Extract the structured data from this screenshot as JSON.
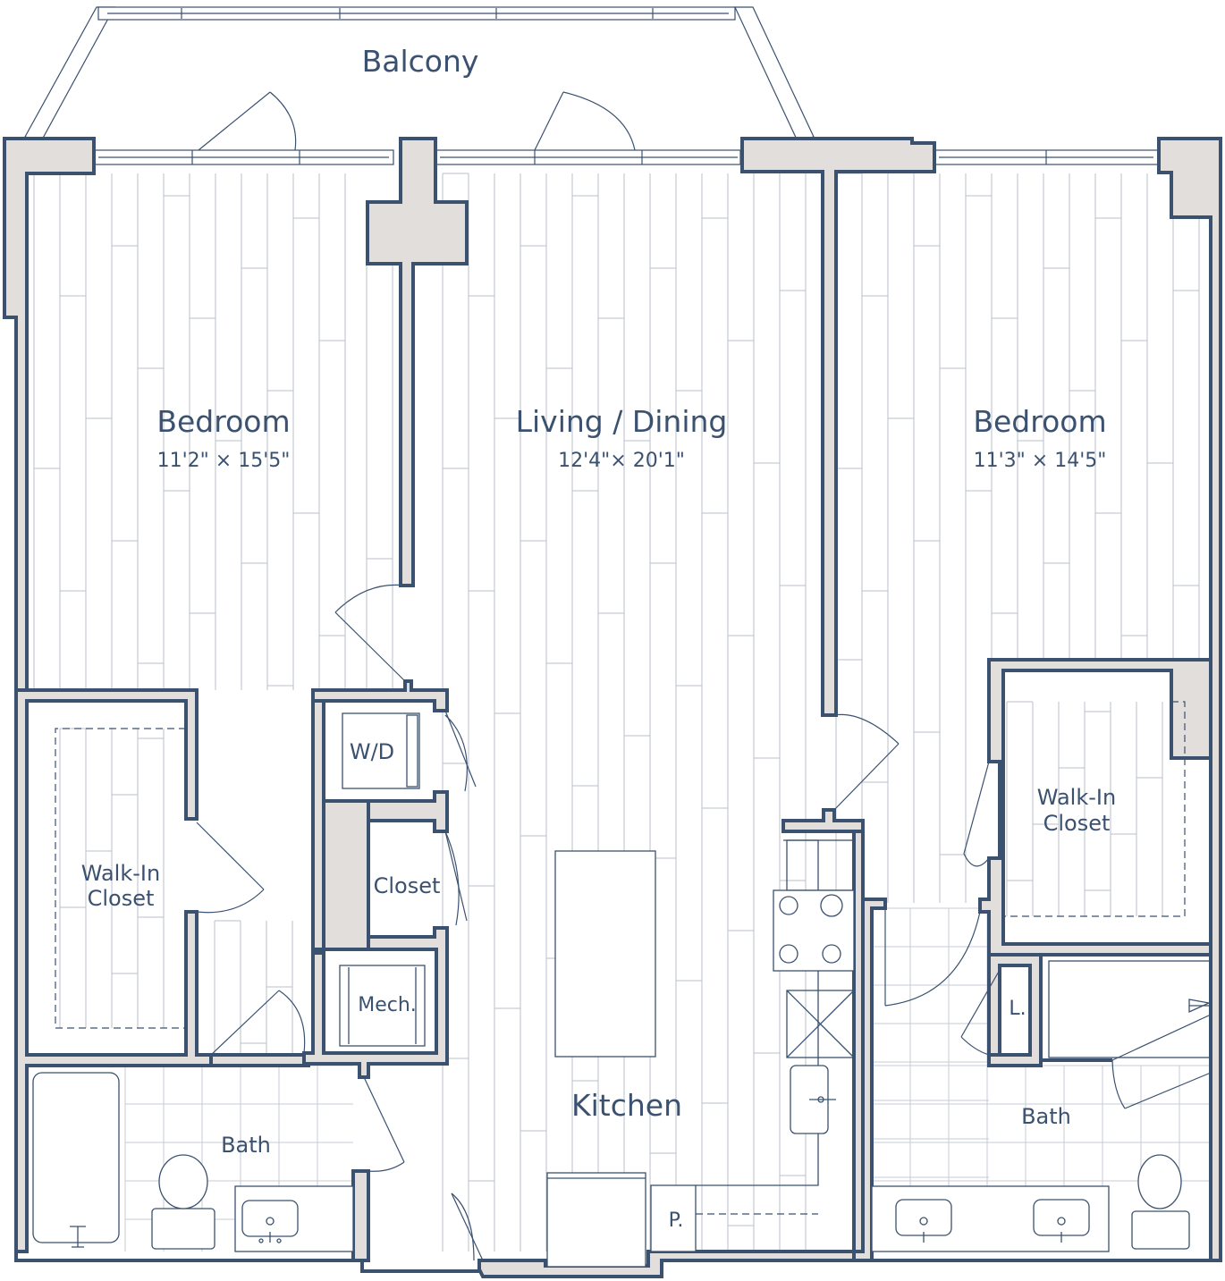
{
  "rooms": {
    "balcony": "Balcony",
    "bedroom_left": {
      "name": "Bedroom",
      "dims": "11'2\" × 15'5\""
    },
    "living": {
      "name": "Living / Dining",
      "dims": "12'4\"× 20'1\""
    },
    "bedroom_right": {
      "name": "Bedroom",
      "dims": "11'3\" × 14'5\""
    },
    "walkin_left": {
      "line1": "Walk-In",
      "line2": "Closet"
    },
    "walkin_right": {
      "line1": "Walk-In",
      "line2": "Closet"
    },
    "wd": "W/D",
    "closet": "Closet",
    "mech": "Mech.",
    "kitchen": "Kitchen",
    "bath_left": "Bath",
    "bath_right": "Bath",
    "linen": "L.",
    "pantry": "P."
  },
  "colors": {
    "wall_outline": "#3b5170",
    "wall_fill": "#e2dedb",
    "floor_plank": "#b9c0ca",
    "text": "#3b5170"
  },
  "icons": [
    "door-swing-icon",
    "window-icon",
    "toilet-icon",
    "sink-icon",
    "bathtub-icon",
    "shower-icon",
    "cooktop-icon",
    "refrigerator-icon"
  ]
}
